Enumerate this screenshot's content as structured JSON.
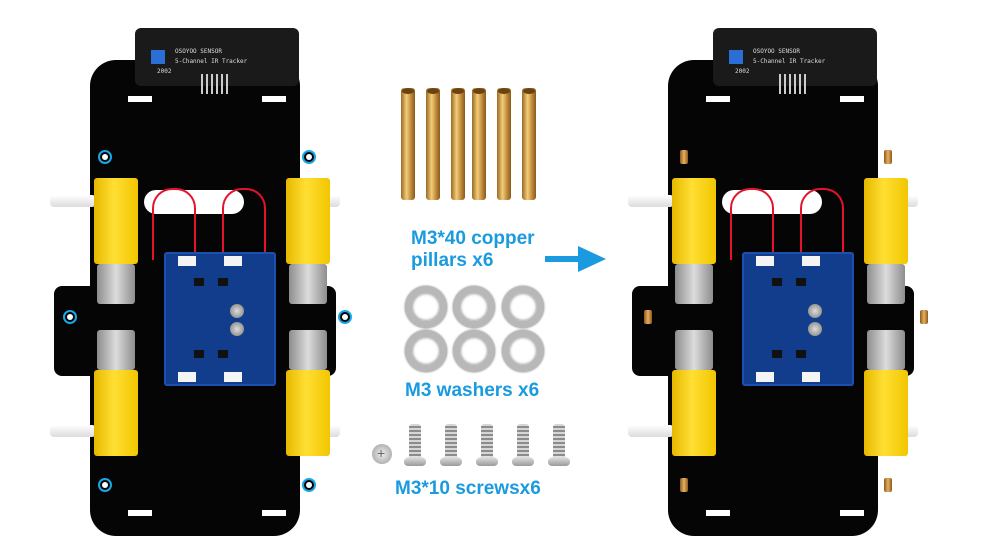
{
  "image": {
    "description": "Assembly step: install copper pillars on robot car chassis",
    "before_label": "chassis-before",
    "after_label": "chassis-after"
  },
  "sensor_board": {
    "brand": "OSOYOO SENSOR",
    "model": "5-Channel IR Tracker",
    "code": "2002"
  },
  "parts": [
    {
      "id": "pillars",
      "caption_line1": "M3*40 copper",
      "caption_line2": "pillars x6",
      "count": 6
    },
    {
      "id": "washers",
      "caption": "M3 washers x6",
      "count": 6
    },
    {
      "id": "screws",
      "caption": "M3*10 screwsx6",
      "count": 6
    }
  ],
  "arrow": {
    "direction": "right",
    "color": "#1a9be0"
  },
  "colors": {
    "caption": "#1a9be0",
    "highlight_ring": "#1aa7e8",
    "plate": "#050505",
    "motor": "#ffd51a",
    "board": "#123c8c"
  }
}
